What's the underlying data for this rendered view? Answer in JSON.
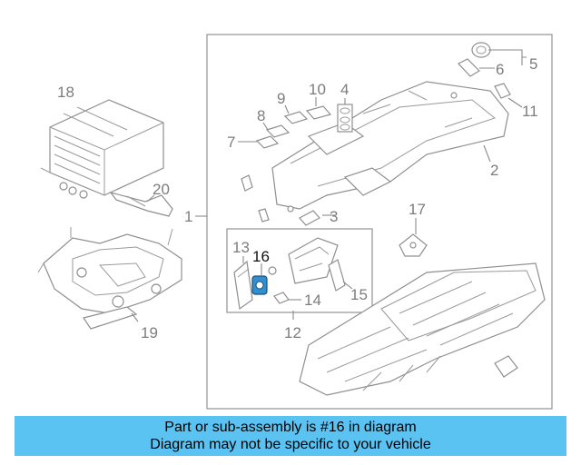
{
  "diagram": {
    "highlight_part": "16",
    "highlight_color": "#2f8fd0",
    "labels": {
      "p1": "1",
      "p2": "2",
      "p3": "3",
      "p4": "4",
      "p5": "5",
      "p6": "6",
      "p7": "7",
      "p8": "8",
      "p9": "9",
      "p10": "10",
      "p11": "11",
      "p12": "12",
      "p13": "13",
      "p14": "14",
      "p15": "15",
      "p16": "16",
      "p17": "17",
      "p18": "18",
      "p19": "19",
      "p20": "20"
    }
  },
  "banner": {
    "line1": "Part or sub-assembly is #16 in diagram",
    "line2": "Diagram may not be specific to your vehicle",
    "background": "#5ac3f2"
  }
}
